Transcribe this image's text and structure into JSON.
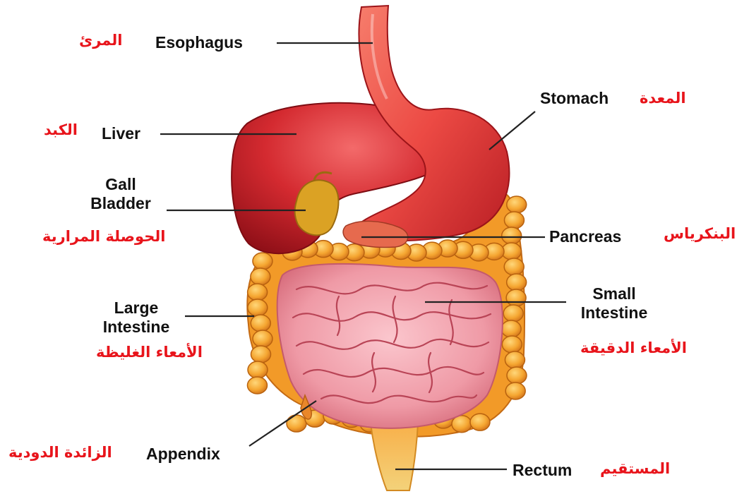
{
  "labels": {
    "esophagus": {
      "en": "Esophagus",
      "ar": "المرئ"
    },
    "stomach": {
      "en": "Stomach",
      "ar": "المعدة"
    },
    "liver": {
      "en": "Liver",
      "ar": "الكبد"
    },
    "gall_bladder": {
      "en_line1": "Gall",
      "en_line2": "Bladder",
      "ar": "الحوصلة المرارية"
    },
    "pancreas": {
      "en": "Pancreas",
      "ar": "البنكرياس"
    },
    "small_intestine": {
      "en_line1": "Small",
      "en_line2": "Intestine",
      "ar": "الأمعاء الدقيقة"
    },
    "large_intestine": {
      "en_line1": "Large",
      "en_line2": "Intestine",
      "ar": "الأمعاء الغليظة"
    },
    "appendix": {
      "en": "Appendix",
      "ar": "الزائدة الدودية"
    },
    "rectum": {
      "en": "Rectum",
      "ar": "المستقيم"
    }
  },
  "colors": {
    "liver": "#c8202a",
    "stomach": "#e8413f",
    "small_intestine": "#f2a3ad",
    "large_intestine": "#f5a631",
    "gall_bladder": "#d99b1c",
    "pancreas": "#e05a4a",
    "english_text": "#111111",
    "arabic_text": "#e8141b"
  }
}
